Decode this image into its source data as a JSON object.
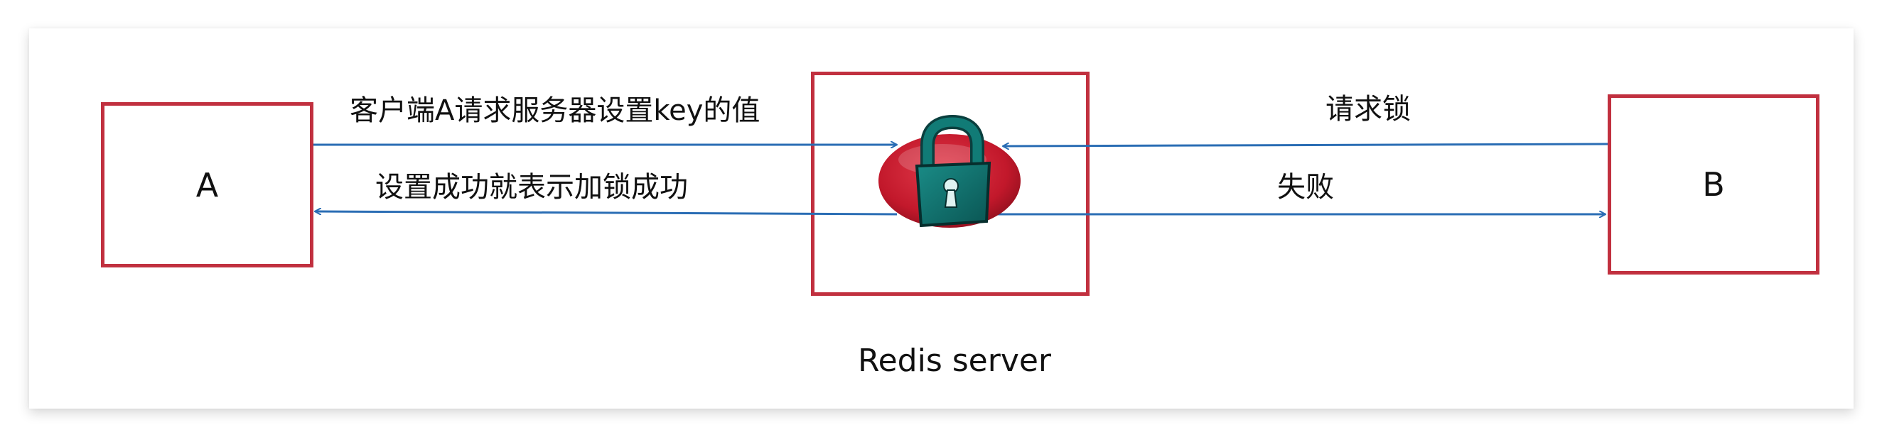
{
  "nodes": {
    "client_a": {
      "label": "A"
    },
    "client_b": {
      "label": "B"
    },
    "server": {
      "label": "Redis server"
    }
  },
  "edges": {
    "a_to_server": "客户端A请求服务器设置key的值",
    "server_to_a": "设置成功就表示加锁成功",
    "b_to_server": "请求锁",
    "server_to_b": "失败"
  },
  "icons": {
    "lock": "padlock-icon"
  },
  "colors": {
    "box_border": "#c1303f",
    "arrow": "#2a6db4",
    "lock_bg": "#c2182b",
    "lock_body": "#0e6b68"
  }
}
